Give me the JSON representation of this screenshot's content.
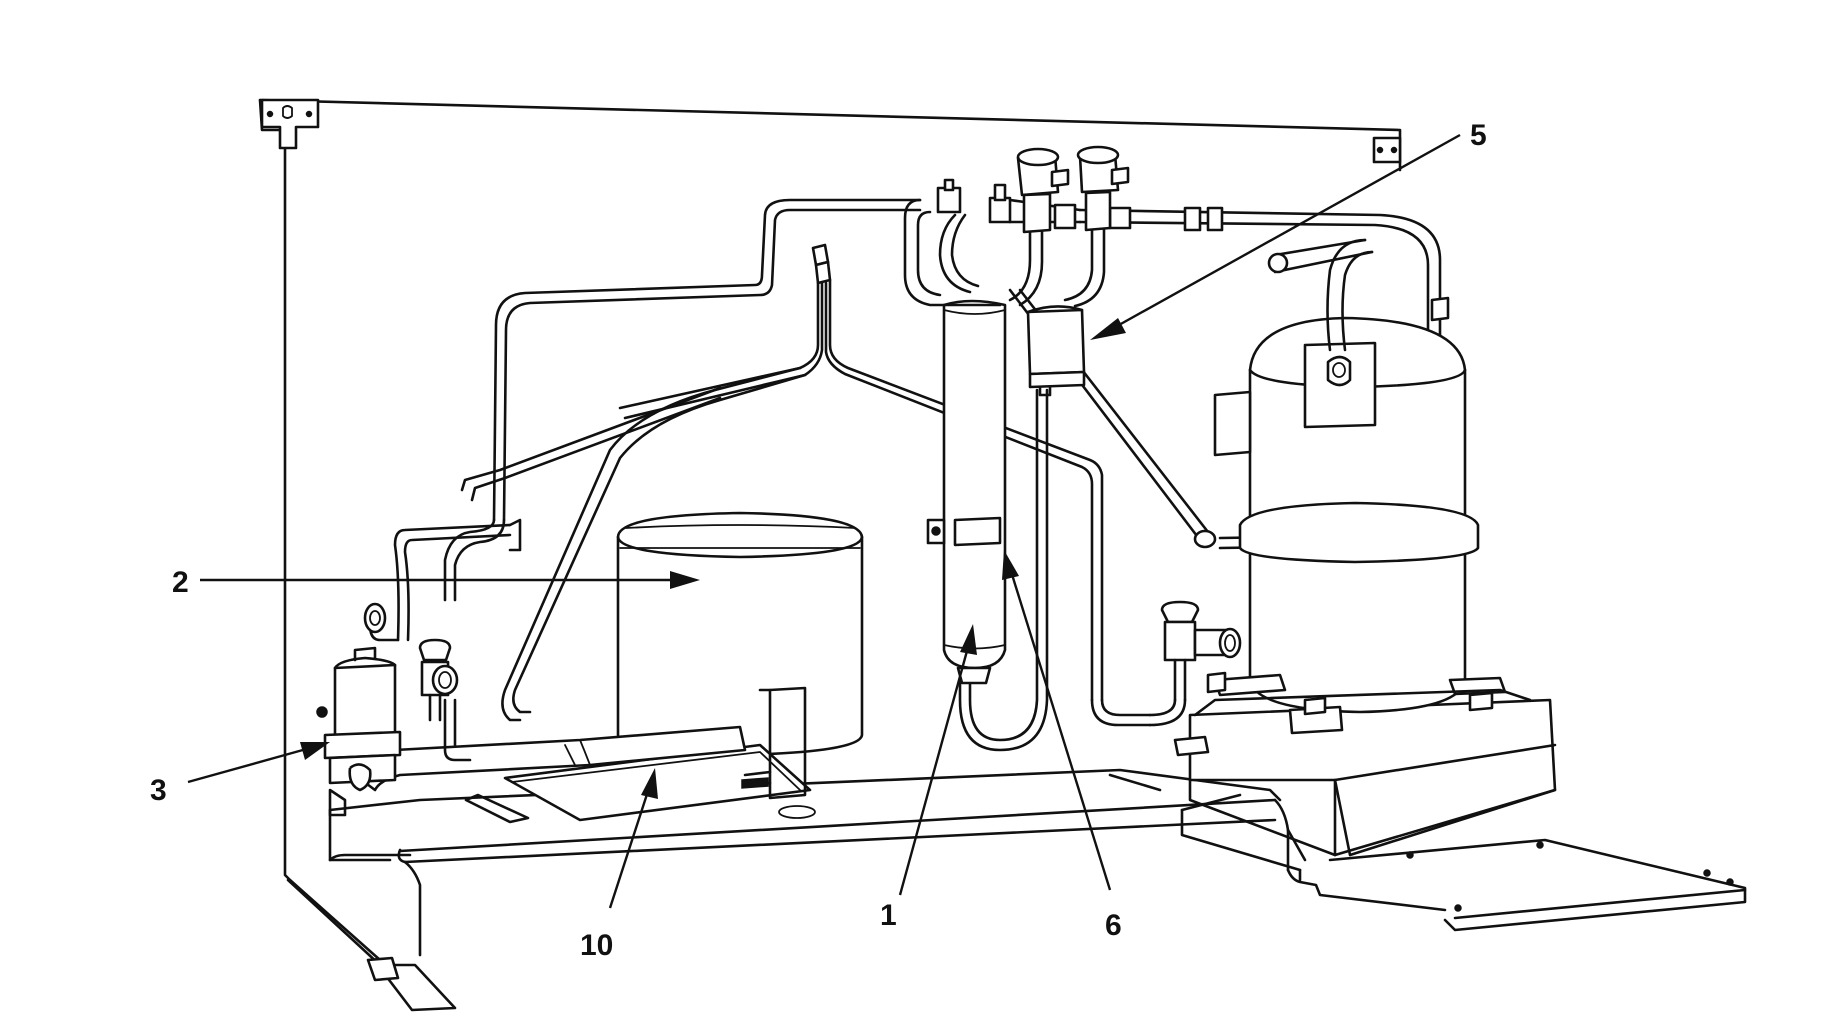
{
  "diagram": {
    "callouts": [
      {
        "id": "1",
        "label": "1"
      },
      {
        "id": "2",
        "label": "2"
      },
      {
        "id": "3",
        "label": "3"
      },
      {
        "id": "5",
        "label": "5"
      },
      {
        "id": "6",
        "label": "6"
      },
      {
        "id": "10",
        "label": "10"
      }
    ],
    "colors": {
      "line": "#111111",
      "background": "#ffffff"
    }
  }
}
